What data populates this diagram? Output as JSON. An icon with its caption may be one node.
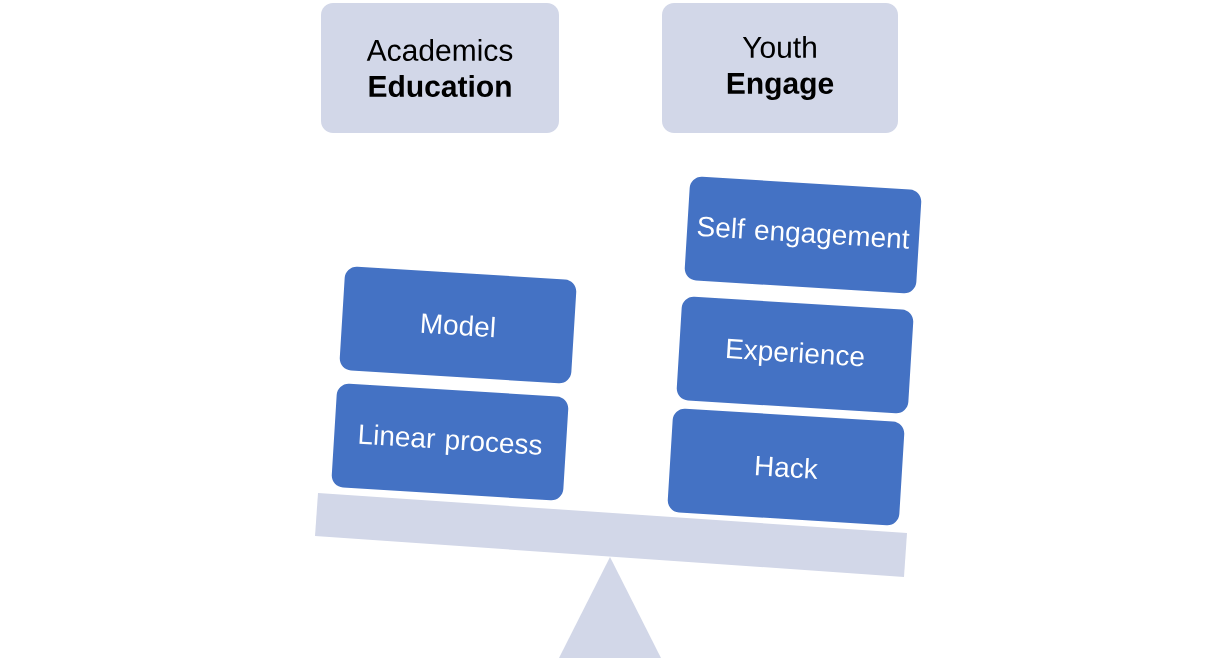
{
  "diagram": {
    "nodes": [
      {
        "text": [
          "Academics",
          "Education"
        ]
      },
      {
        "text": [
          "Youth",
          "Engage"
        ]
      },
      {
        "text": [
          "Model"
        ]
      },
      {
        "text": [
          "Linear process"
        ]
      },
      {
        "text": [
          "Self engagement"
        ]
      },
      {
        "text": [
          "Experience"
        ]
      },
      {
        "text": [
          "Hack"
        ]
      }
    ]
  }
}
